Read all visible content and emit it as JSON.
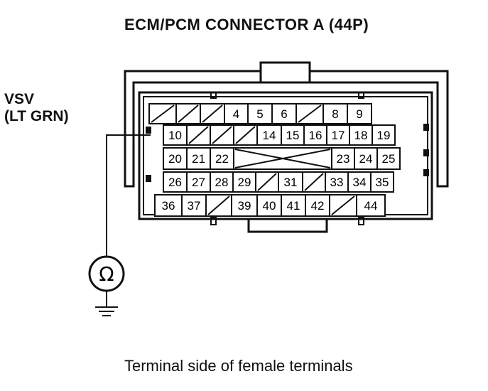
{
  "title": "ECM/PCM CONNECTOR A (44P)",
  "wire": {
    "name": "VSV",
    "color": "(LT GRN)"
  },
  "meter_symbol": "Ω",
  "caption": "Terminal side of female terminals",
  "rows": [
    [
      "/",
      "/",
      "/",
      "4",
      "5",
      "6",
      "/",
      "8",
      "9"
    ],
    [
      "10",
      "/",
      "/",
      "/",
      "14",
      "15",
      "16",
      "17",
      "18",
      "19"
    ],
    [
      "20",
      "21",
      "22",
      "X",
      "23",
      "24",
      "25"
    ],
    [
      "26",
      "27",
      "28",
      "29",
      "/",
      "31",
      "/",
      "33",
      "34",
      "35"
    ],
    [
      "36",
      "37",
      "/",
      "39",
      "40",
      "41",
      "42",
      "/",
      "44"
    ]
  ]
}
